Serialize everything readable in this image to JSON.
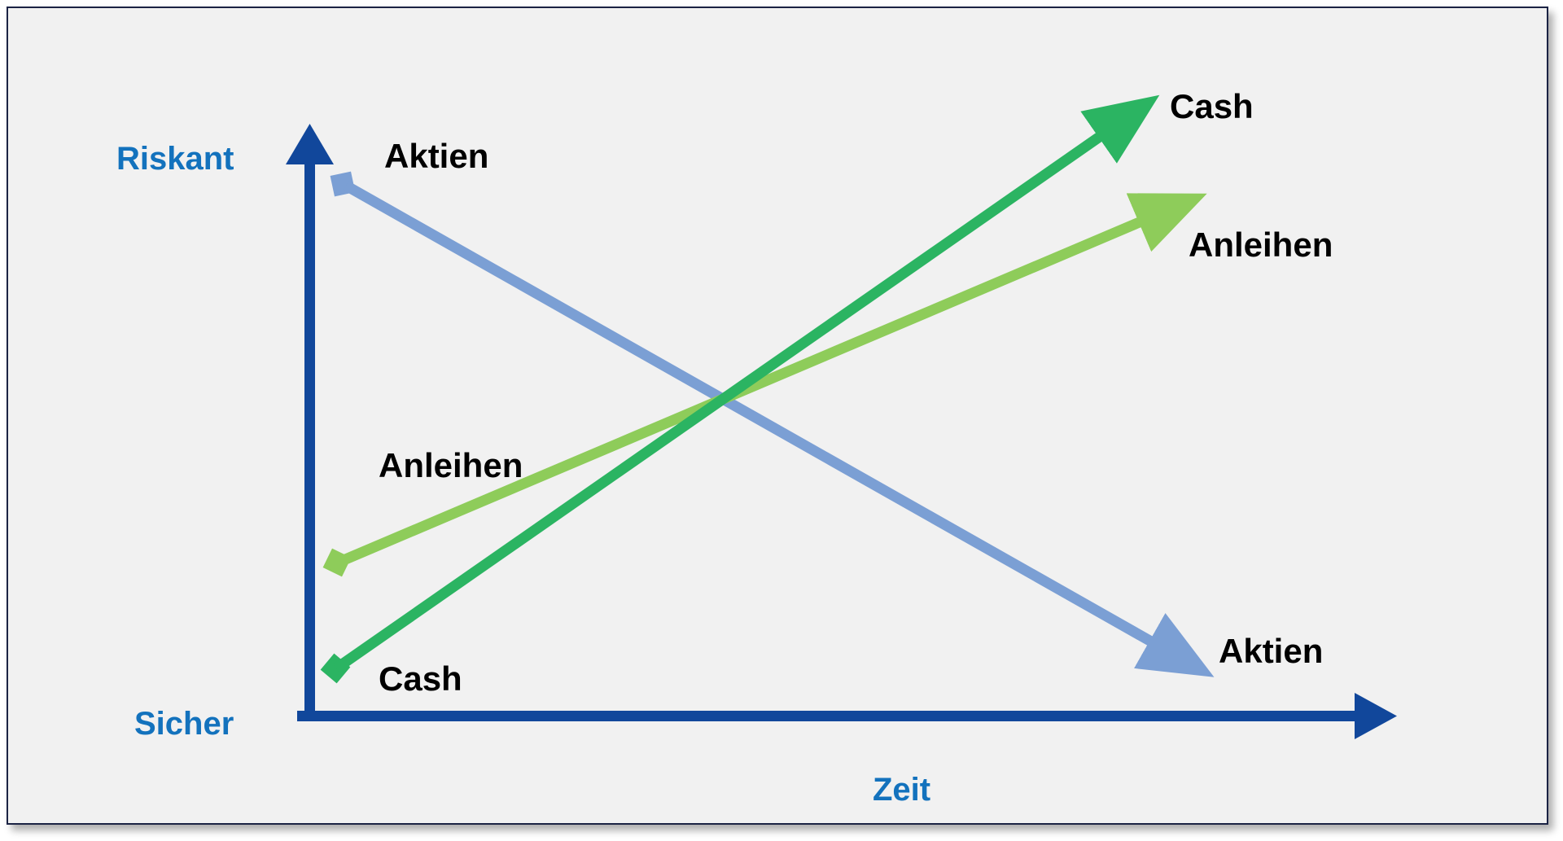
{
  "figure": {
    "background_color": "#f1f1f1",
    "border_color": "#1b2344",
    "axis_color": "#11479b",
    "axis_label_color": "#1372bd"
  },
  "axes": {
    "y_top_label": "Riskant",
    "y_bottom_label": "Sicher",
    "x_label": "Zeit"
  },
  "labels": {
    "aktien_start": "Aktien",
    "anleihen_start": "Anleihen",
    "cash_start": "Cash",
    "cash_end": "Cash",
    "anleihen_end": "Anleihen",
    "aktien_end": "Aktien"
  },
  "chart_data": {
    "type": "line",
    "title": "",
    "xlabel": "Zeit",
    "ylabel": "",
    "ylim": [
      0,
      100
    ],
    "xlim": [
      0,
      100
    ],
    "grid": false,
    "legend": "inline-endpoint-labels",
    "y_axis_category_ticks": [
      "Sicher",
      "Riskant"
    ],
    "annotations": [
      {
        "text": "Aktien",
        "x": 8,
        "y": 93,
        "role": "start-label"
      },
      {
        "text": "Anleihen",
        "x": 8,
        "y": 47,
        "role": "start-label"
      },
      {
        "text": "Cash",
        "x": 8,
        "y": 20,
        "role": "start-label"
      },
      {
        "text": "Cash",
        "x": 92,
        "y": 95,
        "role": "end-label"
      },
      {
        "text": "Anleihen",
        "x": 94,
        "y": 77,
        "role": "end-label"
      },
      {
        "text": "Aktien",
        "x": 95,
        "y": 16,
        "role": "end-label"
      }
    ],
    "series": [
      {
        "name": "Aktien",
        "color": "#7b9fd4",
        "direction": "decreasing",
        "marker_start": "square",
        "marker_end": "arrow",
        "x": [
          0,
          100
        ],
        "values": [
          92,
          9
        ],
        "description": "Aktien fallen von riskant zu sicher über die Zeit"
      },
      {
        "name": "Anleihen",
        "color": "#8ecc5a",
        "direction": "increasing",
        "marker_start": "square",
        "marker_end": "arrow",
        "x": [
          0,
          100
        ],
        "values": [
          36,
          80
        ],
        "description": "Anleihen steigen leicht über die Zeit"
      },
      {
        "name": "Cash",
        "color": "#2bb462",
        "direction": "increasing",
        "marker_start": "square",
        "marker_end": "arrow",
        "x": [
          0,
          100
        ],
        "values": [
          12,
          97
        ],
        "description": "Cash steigt stark über die Zeit"
      }
    ],
    "crossing_point": {
      "x": 46,
      "y": 52,
      "note": "Alle drei Linien kreuzen sich nahe der Mitte"
    }
  }
}
